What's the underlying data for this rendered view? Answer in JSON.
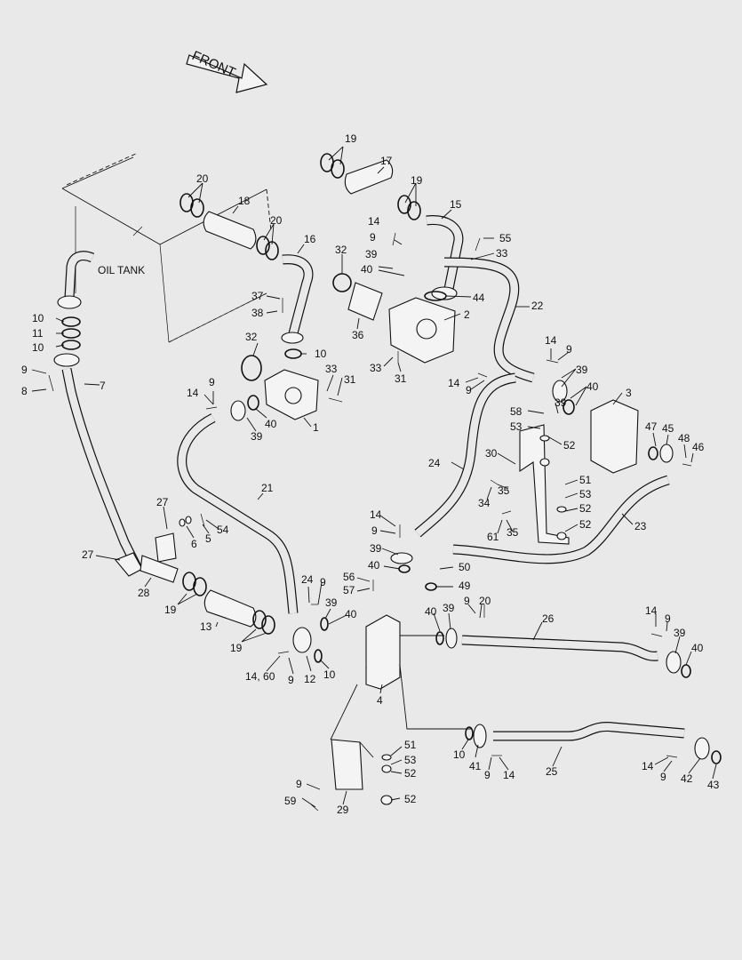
{
  "orientation_arrow": {
    "label": "FRONT",
    "icon": "front-direction-arrow-icon"
  },
  "tank_label": "OIL TANK",
  "callouts": [
    {
      "id": "c19a",
      "text": "19"
    },
    {
      "id": "c17",
      "text": "17"
    },
    {
      "id": "c19b",
      "text": "19"
    },
    {
      "id": "c15",
      "text": "15"
    },
    {
      "id": "c20a",
      "text": "20"
    },
    {
      "id": "c18",
      "text": "18"
    },
    {
      "id": "c20b",
      "text": "20"
    },
    {
      "id": "c16",
      "text": "16"
    },
    {
      "id": "c14a",
      "text": "14"
    },
    {
      "id": "c9a",
      "text": "9"
    },
    {
      "id": "c55",
      "text": "55"
    },
    {
      "id": "c33a",
      "text": "33"
    },
    {
      "id": "c32a",
      "text": "32"
    },
    {
      "id": "c39a",
      "text": "39"
    },
    {
      "id": "c40a",
      "text": "40"
    },
    {
      "id": "c44",
      "text": "44"
    },
    {
      "id": "c22",
      "text": "22"
    },
    {
      "id": "c2",
      "text": "2"
    },
    {
      "id": "c36",
      "text": "36"
    },
    {
      "id": "c37",
      "text": "37"
    },
    {
      "id": "c38",
      "text": "38"
    },
    {
      "id": "c10a",
      "text": "10"
    },
    {
      "id": "c11",
      "text": "11"
    },
    {
      "id": "c10b",
      "text": "10"
    },
    {
      "id": "c32b",
      "text": "32"
    },
    {
      "id": "c10c",
      "text": "10"
    },
    {
      "id": "c33b",
      "text": "33"
    },
    {
      "id": "c31a",
      "text": "31"
    },
    {
      "id": "c33c",
      "text": "33"
    },
    {
      "id": "c31b",
      "text": "31"
    },
    {
      "id": "c9b",
      "text": "9"
    },
    {
      "id": "c8",
      "text": "8"
    },
    {
      "id": "c7",
      "text": "7"
    },
    {
      "id": "c14b",
      "text": "14"
    },
    {
      "id": "c9c",
      "text": "9"
    },
    {
      "id": "c39b",
      "text": "39"
    },
    {
      "id": "c40b",
      "text": "40"
    },
    {
      "id": "c1",
      "text": "1"
    },
    {
      "id": "c14c",
      "text": "14"
    },
    {
      "id": "c9d",
      "text": "9"
    },
    {
      "id": "c14d",
      "text": "14"
    },
    {
      "id": "c9e",
      "text": "9"
    },
    {
      "id": "c39c",
      "text": "39"
    },
    {
      "id": "c40c",
      "text": "40"
    },
    {
      "id": "c3",
      "text": "3"
    },
    {
      "id": "c58",
      "text": "58"
    },
    {
      "id": "c53a",
      "text": "53"
    },
    {
      "id": "c39d",
      "text": "39"
    },
    {
      "id": "c47",
      "text": "47"
    },
    {
      "id": "c45",
      "text": "45"
    },
    {
      "id": "c48",
      "text": "48"
    },
    {
      "id": "c46",
      "text": "46"
    },
    {
      "id": "c52a",
      "text": "52"
    },
    {
      "id": "c30",
      "text": "30"
    },
    {
      "id": "c24a",
      "text": "24"
    },
    {
      "id": "c51a",
      "text": "51"
    },
    {
      "id": "c35a",
      "text": "35"
    },
    {
      "id": "c53b",
      "text": "53"
    },
    {
      "id": "c34",
      "text": "34"
    },
    {
      "id": "c52b",
      "text": "52"
    },
    {
      "id": "c61",
      "text": "61"
    },
    {
      "id": "c35b",
      "text": "35"
    },
    {
      "id": "c52c",
      "text": "52"
    },
    {
      "id": "c23",
      "text": "23"
    },
    {
      "id": "c21",
      "text": "21"
    },
    {
      "id": "c27a",
      "text": "27"
    },
    {
      "id": "c6",
      "text": "6"
    },
    {
      "id": "c5",
      "text": "5"
    },
    {
      "id": "c54",
      "text": "54"
    },
    {
      "id": "c27b",
      "text": "27"
    },
    {
      "id": "c28",
      "text": "28"
    },
    {
      "id": "c14e",
      "text": "14"
    },
    {
      "id": "c9f",
      "text": "9"
    },
    {
      "id": "c39e",
      "text": "39"
    },
    {
      "id": "c40d",
      "text": "40"
    },
    {
      "id": "c50",
      "text": "50"
    },
    {
      "id": "c56",
      "text": "56"
    },
    {
      "id": "c57",
      "text": "57"
    },
    {
      "id": "c49",
      "text": "49"
    },
    {
      "id": "c24b",
      "text": "24"
    },
    {
      "id": "c9g",
      "text": "9"
    },
    {
      "id": "c39f",
      "text": "39"
    },
    {
      "id": "c40e",
      "text": "40"
    },
    {
      "id": "c19c",
      "text": "19"
    },
    {
      "id": "c13",
      "text": "13"
    },
    {
      "id": "c19d",
      "text": "19"
    },
    {
      "id": "c14f",
      "text": "14, 60"
    },
    {
      "id": "c9h",
      "text": "9"
    },
    {
      "id": "c12",
      "text": "12"
    },
    {
      "id": "c10d",
      "text": "10"
    },
    {
      "id": "c4",
      "text": "4"
    },
    {
      "id": "c9i",
      "text": "9"
    },
    {
      "id": "c20c",
      "text": "20"
    },
    {
      "id": "c40f",
      "text": "40"
    },
    {
      "id": "c39g",
      "text": "39"
    },
    {
      "id": "c26",
      "text": "26"
    },
    {
      "id": "c14g",
      "text": "14"
    },
    {
      "id": "c9j",
      "text": "9"
    },
    {
      "id": "c39h",
      "text": "39"
    },
    {
      "id": "c40g",
      "text": "40"
    },
    {
      "id": "c51b",
      "text": "51"
    },
    {
      "id": "c53c",
      "text": "53"
    },
    {
      "id": "c52d",
      "text": "52"
    },
    {
      "id": "c10e",
      "text": "10"
    },
    {
      "id": "c41",
      "text": "41"
    },
    {
      "id": "c9k",
      "text": "9"
    },
    {
      "id": "c14h",
      "text": "14"
    },
    {
      "id": "c25",
      "text": "25"
    },
    {
      "id": "c14i",
      "text": "14"
    },
    {
      "id": "c9l",
      "text": "9"
    },
    {
      "id": "c42",
      "text": "42"
    },
    {
      "id": "c43",
      "text": "43"
    },
    {
      "id": "c9m",
      "text": "9"
    },
    {
      "id": "c59",
      "text": "59"
    },
    {
      "id": "c29",
      "text": "29"
    },
    {
      "id": "c52e",
      "text": "52"
    }
  ]
}
